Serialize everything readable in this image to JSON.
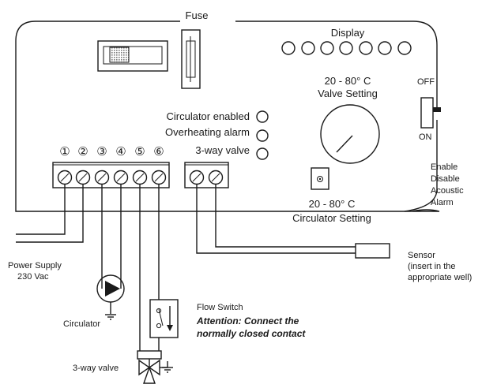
{
  "labels": {
    "fuse": "Fuse",
    "display": "Display",
    "valve_range": "20 - 80° C",
    "valve_setting": "Valve Setting",
    "off": "OFF",
    "on": "ON",
    "indicator_circulator": "Circulator enabled",
    "indicator_overheating": "Overheating alarm",
    "indicator_valve": "3-way valve",
    "terminals": [
      "①",
      "②",
      "③",
      "④",
      "⑤",
      "⑥"
    ],
    "enable_line1": "Enable",
    "enable_line2": "Disable",
    "enable_line3": "Acoustic",
    "enable_line4": "Alarm",
    "circ_range": "20 - 80° C",
    "circ_setting": "Circulator Setting",
    "power_line1": "Power Supply",
    "power_line2": "230 Vac",
    "sensor_line1": "Sensor",
    "sensor_line2": "(insert in the",
    "sensor_line3": "appropriate well)",
    "circulator": "Circulator",
    "flow_switch": "Flow Switch",
    "attention_line1": "Attention: Connect the",
    "attention_line2": "normally closed contact",
    "three_way_valve": "3-way valve"
  },
  "colors": {
    "line": "#1a1a1a",
    "fuse_pattern": "#8a8a8a",
    "background": "#ffffff"
  }
}
